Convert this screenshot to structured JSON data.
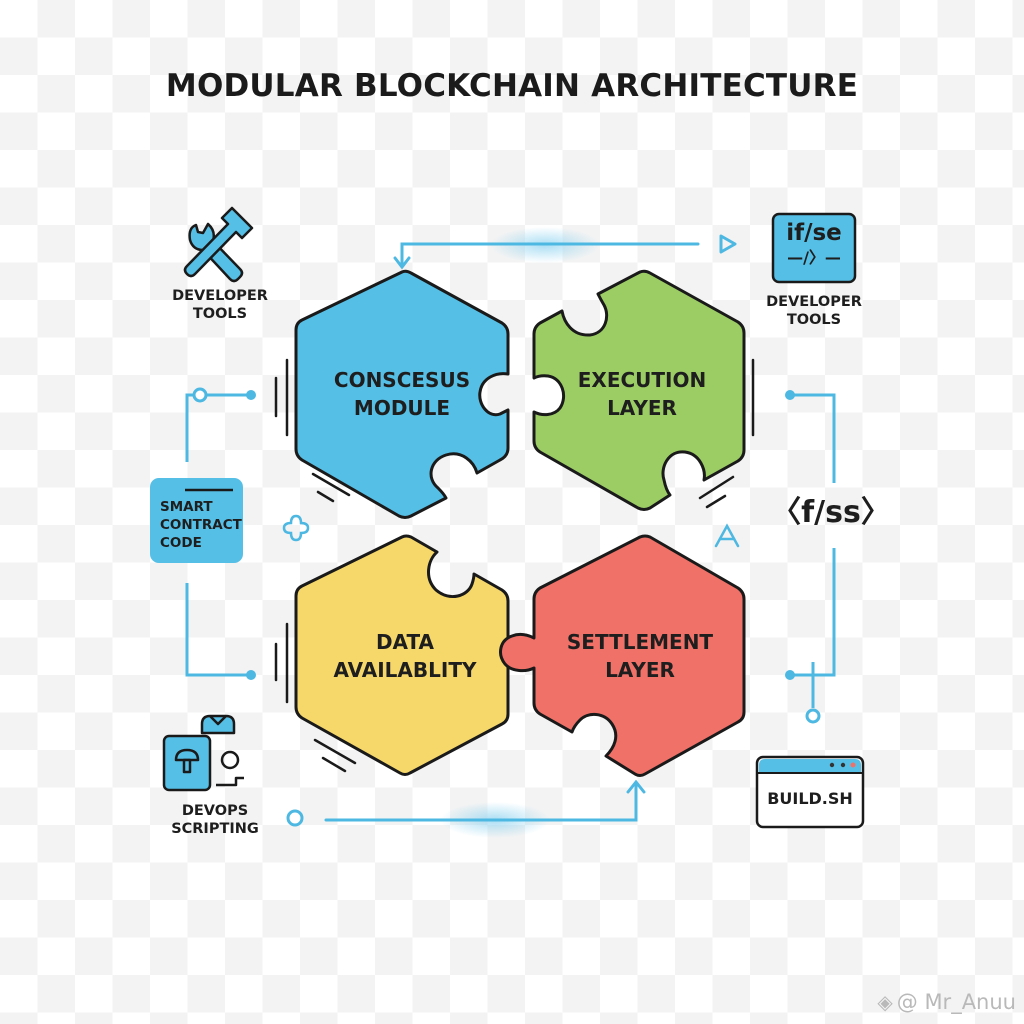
{
  "title": "MODULAR BLOCKCHAIN ARCHITECTURE",
  "colors": {
    "consensus": "#56bfe6",
    "execution": "#9ccd65",
    "data_availability": "#f6d86a",
    "settlement": "#f07168",
    "connector": "#4db8e2",
    "outline": "#1a1a1a",
    "text": "#1e1e1e"
  },
  "modules": [
    {
      "id": "consensus",
      "line1": "CONSCESUS",
      "line2": "MODULE"
    },
    {
      "id": "execution",
      "line1": "EXECUTION",
      "line2": "LAYER"
    },
    {
      "id": "data_availability",
      "line1": "DATA",
      "line2": "AVAILABLITY"
    },
    {
      "id": "settlement",
      "line1": "SETTLEMENT",
      "line2": "LAYER"
    }
  ],
  "side_items": {
    "top_left": {
      "icon": "wrench-hammer-icon",
      "line1": "DEVELOPER",
      "line2": "TOOLS"
    },
    "top_right": {
      "icon": "code-window-icon",
      "icon_line1": "if/se",
      "icon_line2": "—/〉—",
      "line1": "DEVELOPER",
      "line2": "TOOLS"
    },
    "mid_left": {
      "icon": "smart-contract-card",
      "line1": "SMART",
      "line2": "CONTRACT",
      "line3": "CODE"
    },
    "mid_right": {
      "text": "〈f/ss〉"
    },
    "bottom_left": {
      "icon": "devops-icon",
      "line1": "DEVOPS",
      "line2": "SCRIPTING"
    },
    "bottom_right": {
      "icon": "terminal-window-icon",
      "label": "BUILD.SH"
    }
  },
  "watermark": {
    "logo": "binance-logo-icon",
    "text": "@ Mr_Anuu"
  }
}
